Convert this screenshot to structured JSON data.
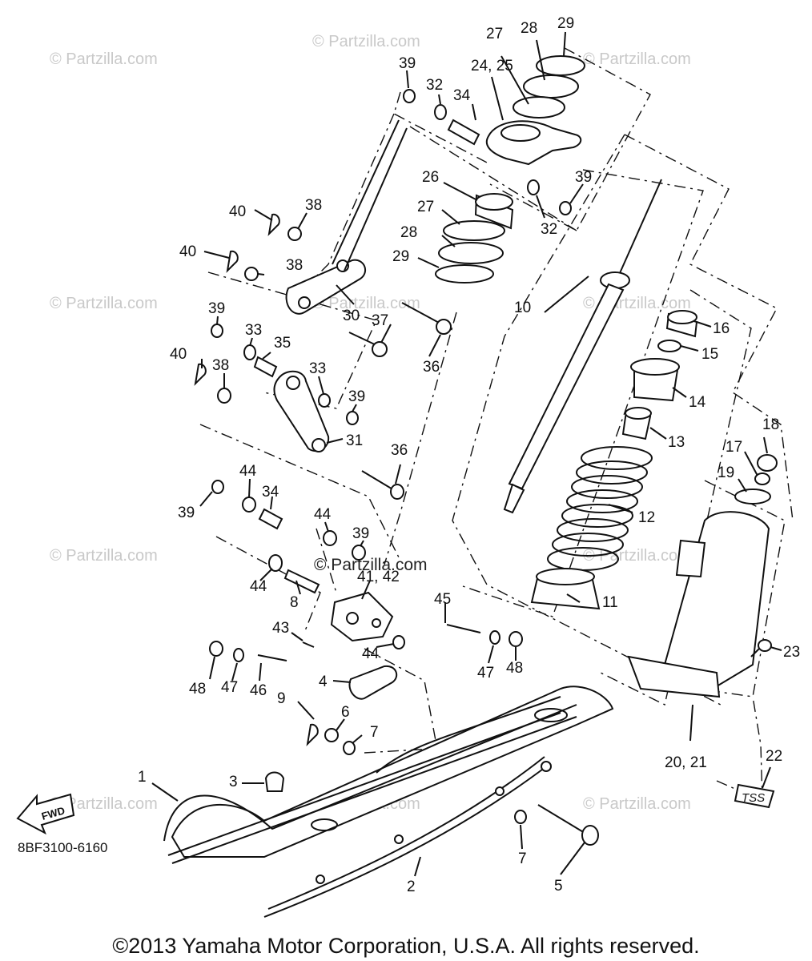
{
  "watermarks": {
    "site": "© Partzilla.com",
    "site_center": "© Partzilla.com"
  },
  "labels": {
    "l1": "1",
    "l2": "2",
    "l3": "3",
    "l4": "4",
    "l5": "5",
    "l6": "6",
    "l7a": "7",
    "l7b": "7",
    "l8": "8",
    "l9": "9",
    "l10": "10",
    "l11": "11",
    "l12": "12",
    "l13": "13",
    "l14": "14",
    "l15": "15",
    "l16": "16",
    "l17": "17",
    "l18": "18",
    "l19": "19",
    "l20_21": "20, 21",
    "l22": "22",
    "l23": "23",
    "l24_25": "24, 25",
    "l26": "26",
    "l27a": "27",
    "l27b": "27",
    "l28a": "28",
    "l28b": "28",
    "l29a": "29",
    "l29b": "29",
    "l30": "30",
    "l31": "31",
    "l32a": "32",
    "l32b": "32",
    "l33a": "33",
    "l33b": "33",
    "l34a": "34",
    "l34b": "34",
    "l35": "35",
    "l36a": "36",
    "l36b": "36",
    "l37": "37",
    "l38a": "38",
    "l38b": "38",
    "l38c": "38",
    "l39a": "39",
    "l39b": "39",
    "l39c": "39",
    "l39d": "39",
    "l39e": "39",
    "l39f": "39",
    "l40a": "40",
    "l40b": "40",
    "l40c": "40",
    "l41_42": "41, 42",
    "l43": "43",
    "l44a": "44",
    "l44b": "44",
    "l44c": "44",
    "l44d": "44",
    "l45": "45",
    "l46": "46",
    "l47a": "47",
    "l47b": "47",
    "l48a": "48",
    "l48b": "48"
  },
  "fwd_arrow": "FWD",
  "tss_badge": "TSS",
  "diagram_code": "8BF3100-6160",
  "copyright": "©2013 Yamaha Motor Corporation, U.S.A. All rights reserved."
}
